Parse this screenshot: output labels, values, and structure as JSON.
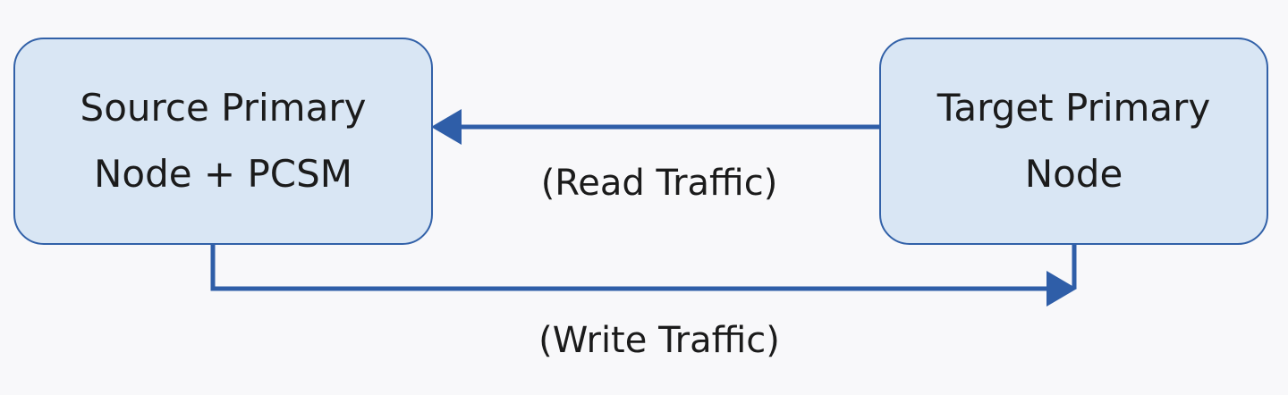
{
  "nodes": {
    "source": {
      "label": "Source Primary\nNode + PCSM"
    },
    "target": {
      "label": "Target Primary\nNode"
    }
  },
  "edges": {
    "read": {
      "label": "(Read Traffic)",
      "from": "target",
      "to": "source"
    },
    "write": {
      "label": "(Write Traffic)",
      "from": "source",
      "to": "target"
    }
  },
  "colors": {
    "node_fill": "#d9e6f4",
    "node_border": "#3261a8",
    "arrow": "#2f5ea8",
    "background": "#f8f8fa"
  }
}
